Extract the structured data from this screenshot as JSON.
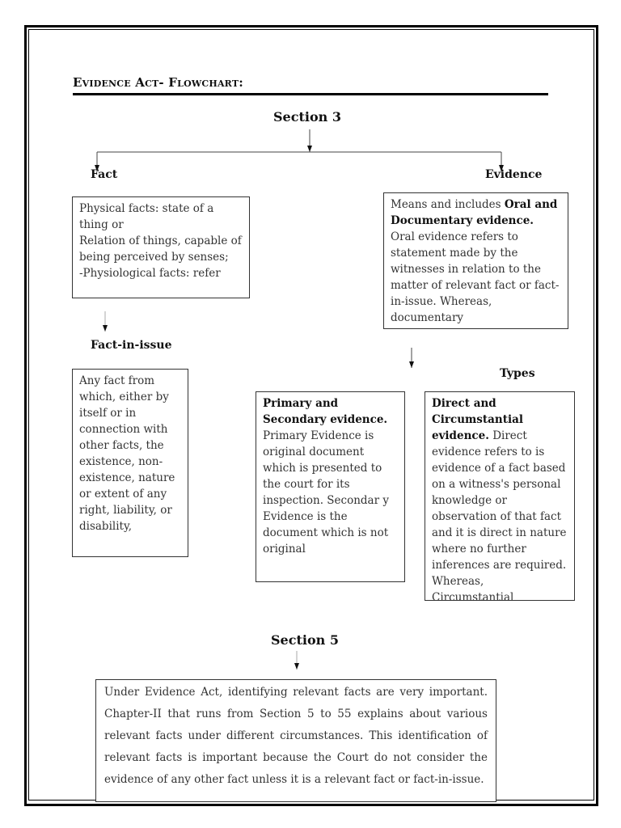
{
  "heading": "Evidence Act- Flowchart:",
  "section3": "Section 3",
  "section5": "Section 5",
  "labels": {
    "fact": "Fact",
    "evidence": "Evidence",
    "fact_in_issue": "Fact-in-issue",
    "types": "Types"
  },
  "fact_box": {
    "text": "Physical facts: state of a thing or\nRelation of things, capable of being perceived by senses;\n-Physiological facts: refer"
  },
  "evidence_box": {
    "pre": "Means and includes ",
    "bold": "Oral and Documentary evidence.",
    "post": " Oral evidence refers to statement made by the witnesses in relation to the matter of relevant fact or fact-in-issue. Whereas, documentary"
  },
  "fact_in_issue_box": {
    "text": "Any fact from which, either by itself or in connection with other facts, the existence, non-existence, nature or extent of any right, liability, or disability,"
  },
  "primary_box": {
    "bold": "Primary and Secondary evidence.",
    "post": " Primary Evidence is original document which is presented to the court for its inspection. Secondar y Evidence is the document which is not original"
  },
  "direct_box": {
    "bold": "Direct and Circumstantial evidence.",
    "post": " Direct evidence refers to is evidence of a fact based on a witness's personal knowledge or observation of that fact and it is direct in nature where no further inferences are required. Whereas, Circumstantial"
  },
  "section5_box": {
    "text": "Under Evidence Act, identifying relevant facts are very important. Chapter-II that runs from Section 5 to 55 explains about various relevant facts under different circumstances. This identification of relevant facts is important because the Court do not consider the evidence of any other fact unless it is a relevant fact or fact-in-issue."
  }
}
